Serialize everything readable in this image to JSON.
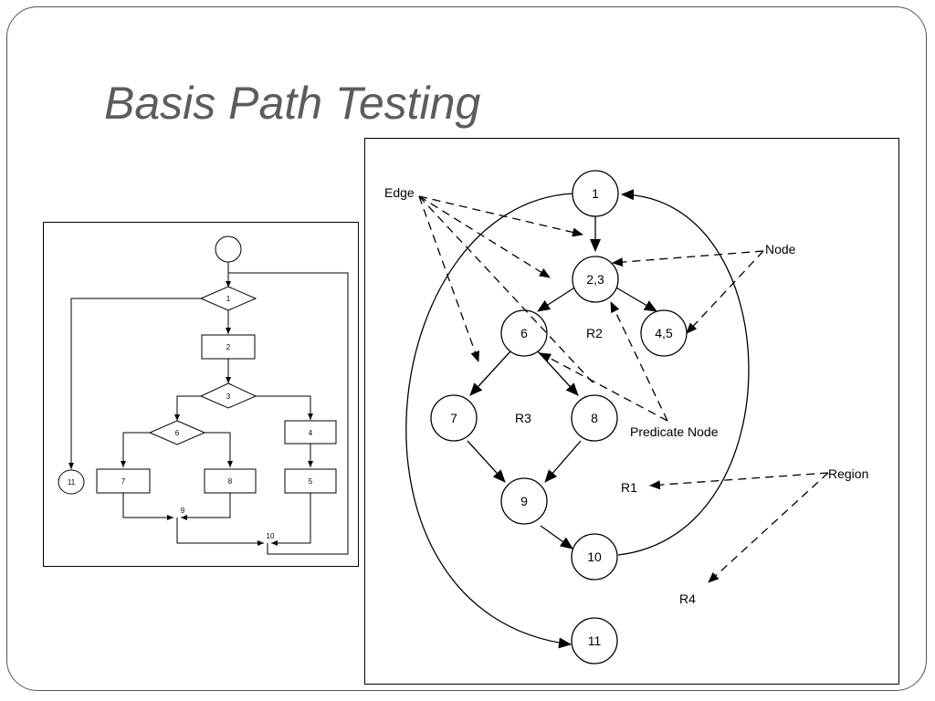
{
  "slide": {
    "title": "Basis Path Testing"
  },
  "flowchart": {
    "labels": {
      "d1": "1",
      "b2": "2",
      "d3": "3",
      "d6": "6",
      "b4": "4",
      "b7": "7",
      "b8": "8",
      "b5": "5",
      "n11": "11",
      "j9": "9",
      "j10": "10"
    }
  },
  "flowgraph": {
    "nodes": {
      "n1": "1",
      "n23": "2,3",
      "n6": "6",
      "n45": "4,5",
      "n7": "7",
      "n8": "8",
      "n9": "9",
      "n10": "10",
      "n11": "11"
    },
    "regions": {
      "r1": "R1",
      "r2": "R2",
      "r3": "R3",
      "r4": "R4"
    },
    "annotations": {
      "edge": "Edge",
      "node": "Node",
      "predicate": "Predicate Node",
      "region": "Region"
    }
  }
}
